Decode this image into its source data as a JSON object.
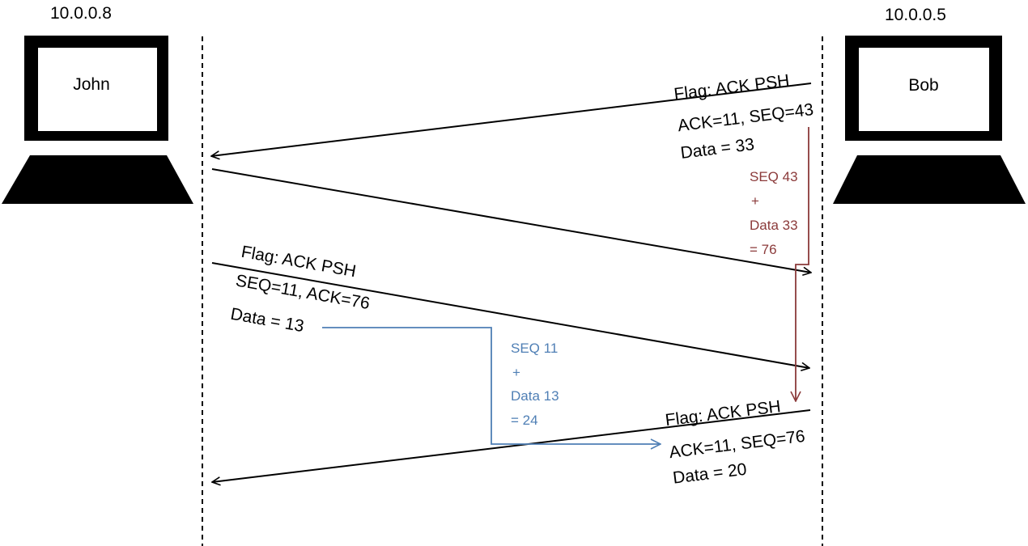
{
  "colors": {
    "main": "#000000",
    "red_annotation": "#8B3A3A",
    "blue_annotation": "#4F7FB5",
    "background": "#ffffff"
  },
  "hosts": {
    "left": {
      "ip": "10.0.0.8",
      "name": "John",
      "icon": "laptop-icon"
    },
    "right": {
      "ip": "10.0.0.5",
      "name": "Bob",
      "icon": "laptop-icon"
    }
  },
  "messages": [
    {
      "id": "bob-to-john-1",
      "direction": "right-to-left",
      "lines": [
        "Flag: ACK PSH",
        "ACK=11, SEQ=43",
        "Data = 33"
      ]
    },
    {
      "id": "john-to-bob-ack",
      "direction": "left-to-right",
      "lines": []
    },
    {
      "id": "john-to-bob-2",
      "direction": "left-to-right",
      "lines": [
        "Flag: ACK PSH",
        "SEQ=11, ACK=76",
        "Data = 13"
      ]
    },
    {
      "id": "bob-to-john-3",
      "direction": "right-to-left",
      "lines": [
        "Flag: ACK PSH",
        "ACK=11, SEQ=76",
        "Data = 20"
      ]
    }
  ],
  "annotations": {
    "red": {
      "lines": [
        "SEQ 43",
        "+",
        "Data 33",
        "= 76"
      ]
    },
    "blue": {
      "lines": [
        "SEQ 11",
        "+",
        "Data 13",
        "= 24"
      ]
    }
  }
}
